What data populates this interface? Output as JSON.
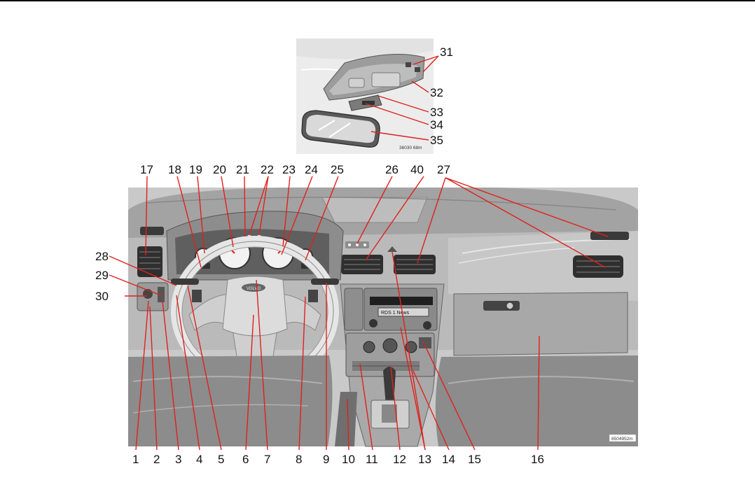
{
  "inset": {
    "code": "36030 68m",
    "labels": [
      "31",
      "32",
      "33",
      "34",
      "35"
    ]
  },
  "main": {
    "code": "8504952m",
    "top_labels": [
      "17",
      "18",
      "19",
      "20",
      "21",
      "22",
      "23",
      "24",
      "25",
      "26",
      "40",
      "27"
    ],
    "side_labels": [
      "28",
      "29",
      "30"
    ],
    "bottom_labels": [
      "1",
      "2",
      "3",
      "4",
      "5",
      "6",
      "7",
      "8",
      "9",
      "10",
      "11",
      "12",
      "13",
      "14",
      "15",
      "16"
    ],
    "badge": "VOLVO",
    "radio_text": "RDS 1  News"
  },
  "colors": {
    "leader": "#e0211c",
    "dash": "#9a9a9a",
    "dash_light": "#d6d6d6",
    "dark": "#2b2b2b"
  }
}
